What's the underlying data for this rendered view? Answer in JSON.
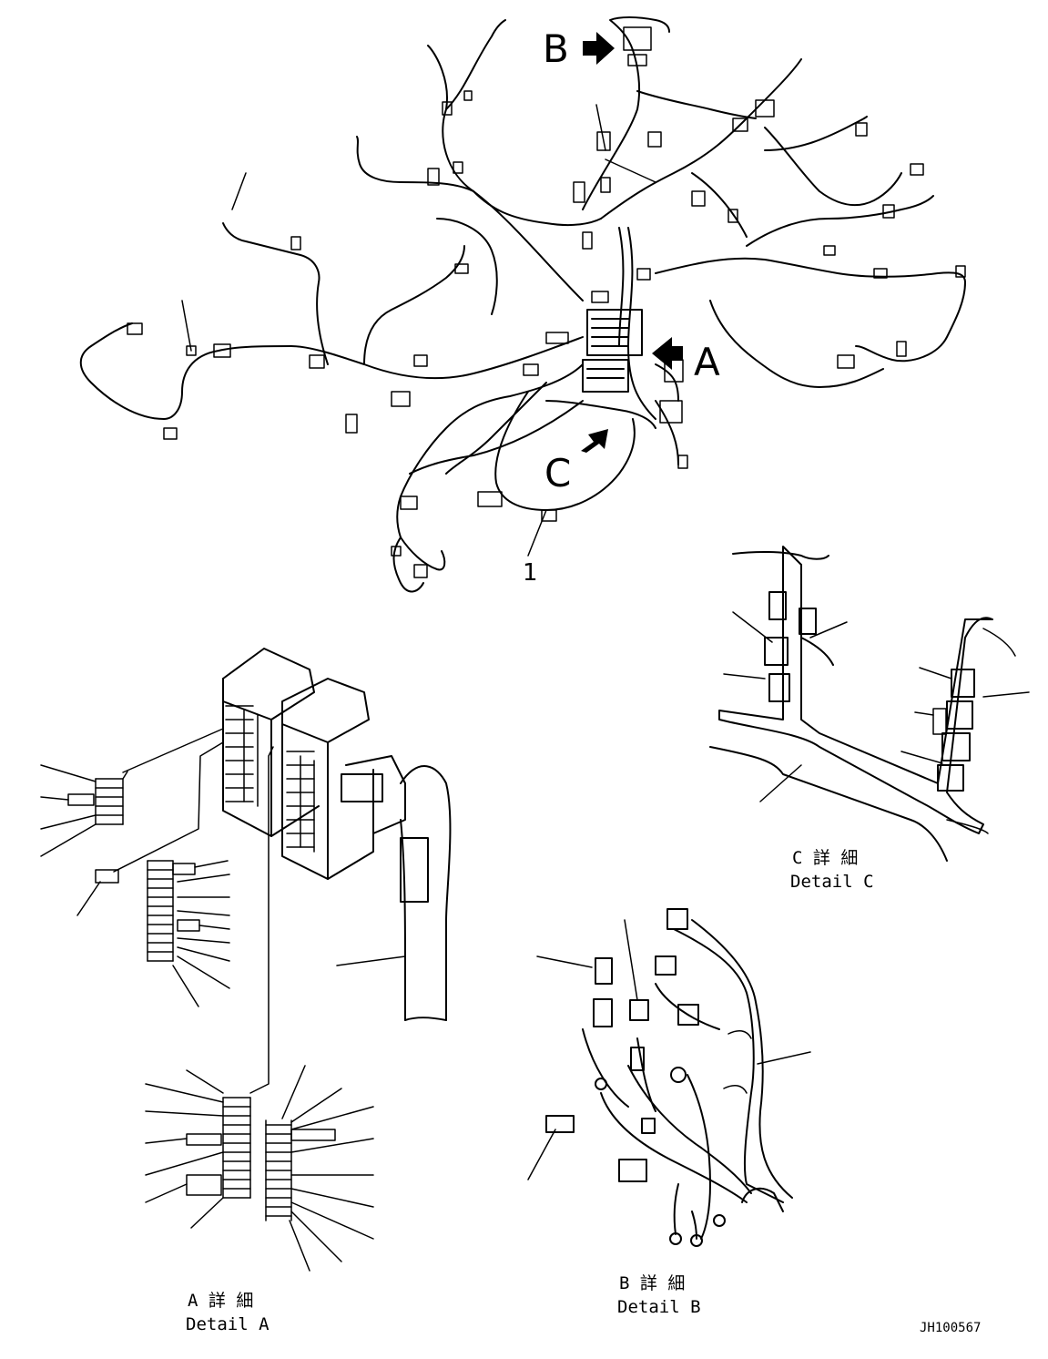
{
  "callouts": {
    "a_letter": "A",
    "b_letter": "B",
    "c_letter": "C",
    "part_number": "1"
  },
  "details": {
    "a_jp": "A 詳 細",
    "a_en": "Detail A",
    "b_jp": "B 詳 細",
    "b_en": "Detail B",
    "c_jp": "C 詳 細",
    "c_en": "Detail C"
  },
  "drawing_id": "JH100567",
  "colors": {
    "ink": "#000000",
    "paper": "#ffffff"
  }
}
